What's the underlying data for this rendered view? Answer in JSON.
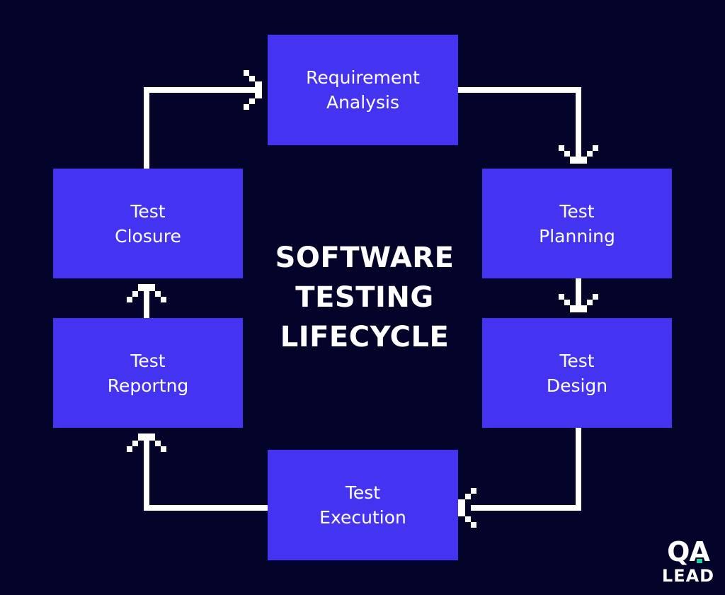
{
  "title_lines": [
    "SOFTWARE",
    "TESTING",
    "LIFECYCLE"
  ],
  "stages": {
    "requirement_analysis": [
      "Requirement",
      "Analysis"
    ],
    "test_planning": [
      "Test",
      "Planning"
    ],
    "test_design": [
      "Test",
      "Design"
    ],
    "test_execution": [
      "Test",
      "Execution"
    ],
    "test_reporting": [
      "Test",
      "Reportng"
    ],
    "test_closure": [
      "Test",
      "Closure"
    ]
  },
  "logo": {
    "line1": "QA",
    "line2": "LEAD",
    "accent_color": "#1fd19a"
  },
  "colors": {
    "background": "#04042a",
    "box": "#4433f0",
    "text": "#ffffff",
    "connector": "#ffffff"
  },
  "flow": [
    "requirement_analysis",
    "test_planning",
    "test_design",
    "test_execution",
    "test_reporting",
    "test_closure"
  ]
}
